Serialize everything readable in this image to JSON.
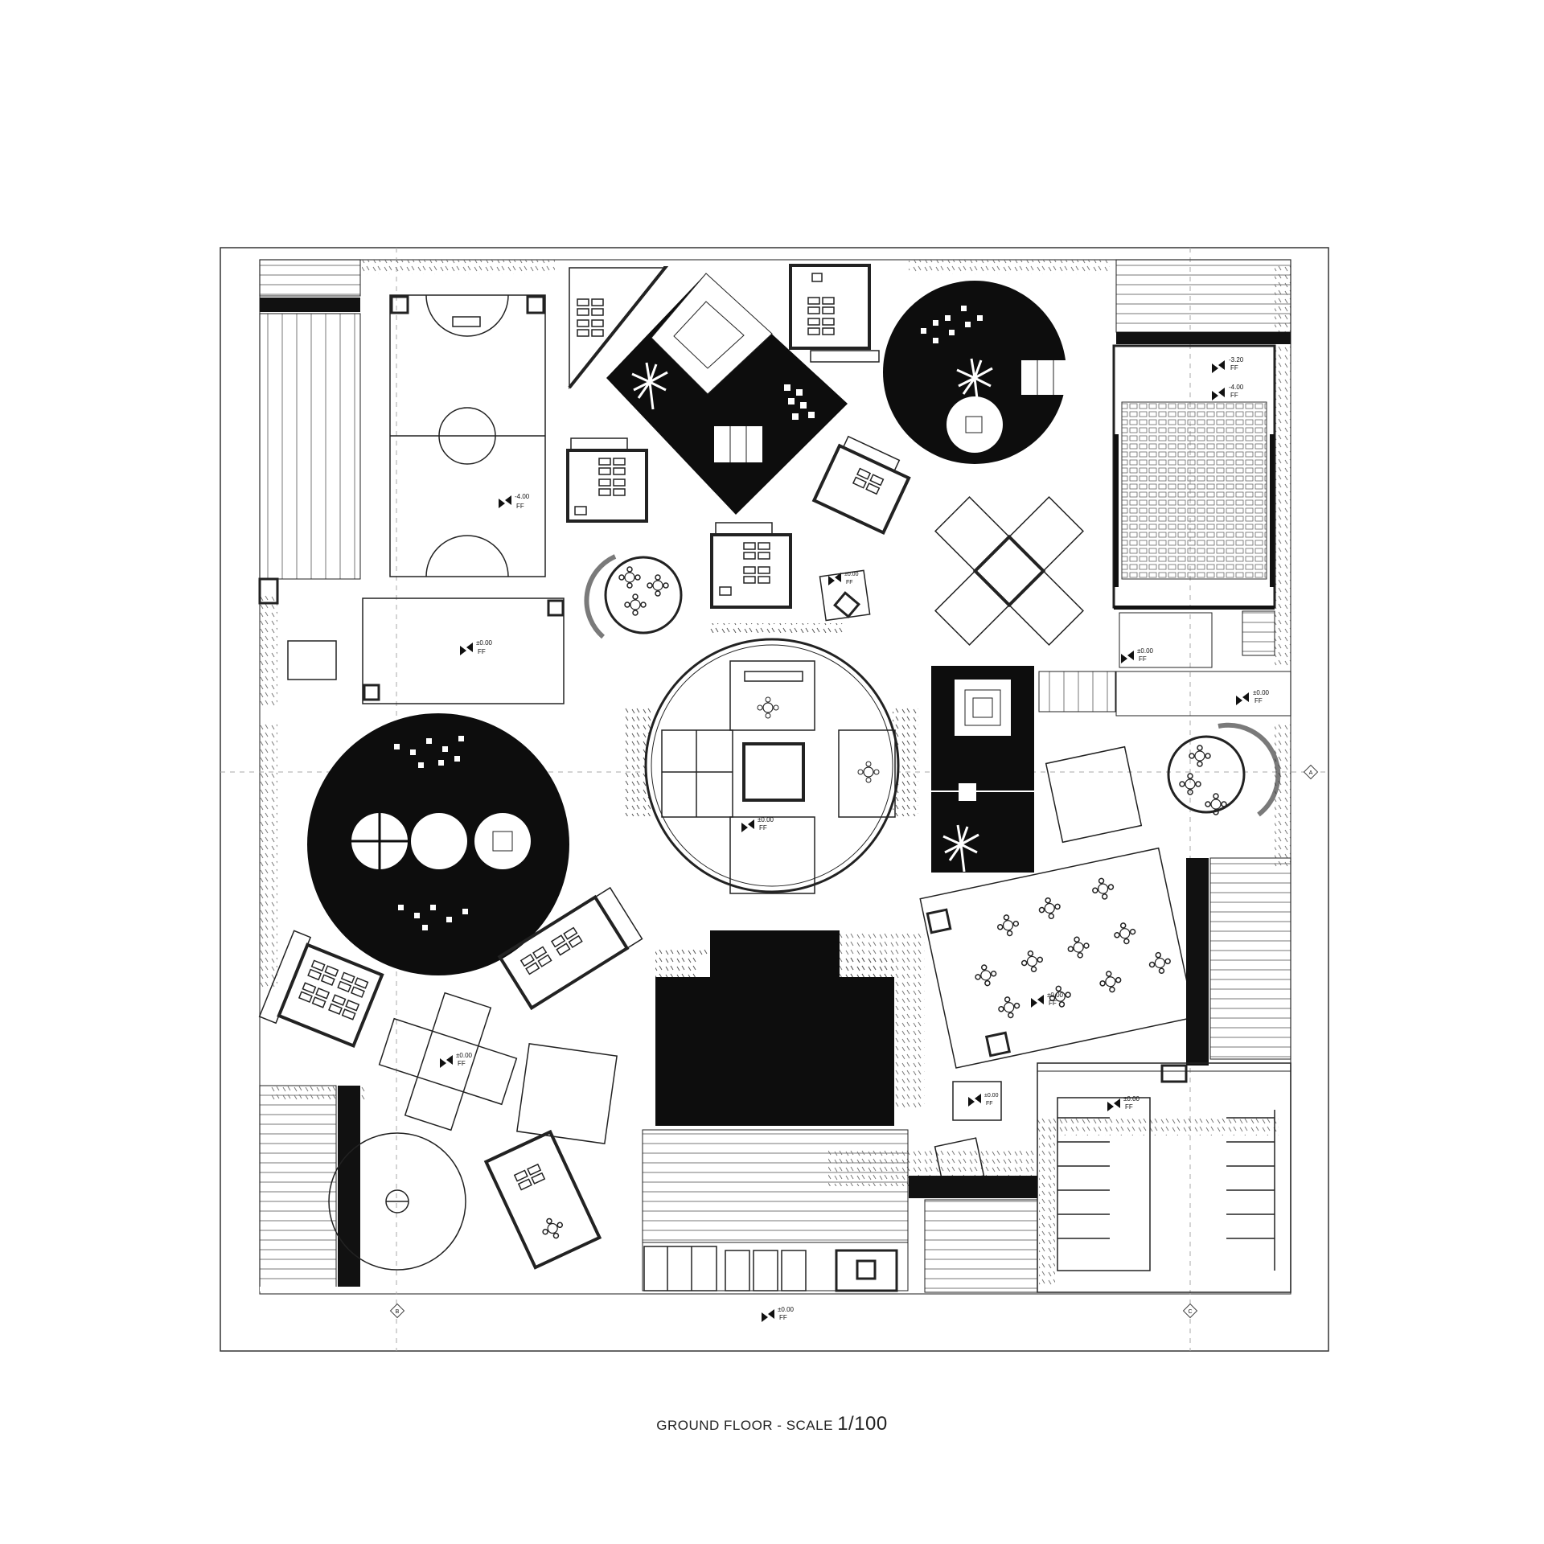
{
  "caption": {
    "title": "GROUND FLOOR - SCALE",
    "scale": "1/100"
  },
  "levels": {
    "sports_court": "-4.00",
    "auditorium_top": "-3.20",
    "auditorium_floor": "-4.00",
    "pool": "±0.00",
    "pavilion": "±0.00",
    "foyer": "±0.00",
    "center": "±0.00",
    "terrace": "±0.00",
    "cafe": "±0.00",
    "cross": "±0.00",
    "parking": "±0.00",
    "small_box": "±0.00",
    "bottom": "±0.00",
    "ff": "FF"
  },
  "grid_markers": {
    "a": "A",
    "b": "B",
    "c": "C"
  },
  "colors": {
    "ink": "#111111",
    "line": "#222222",
    "paper": "#ffffff",
    "fill_dark": "#0d0d0d"
  }
}
